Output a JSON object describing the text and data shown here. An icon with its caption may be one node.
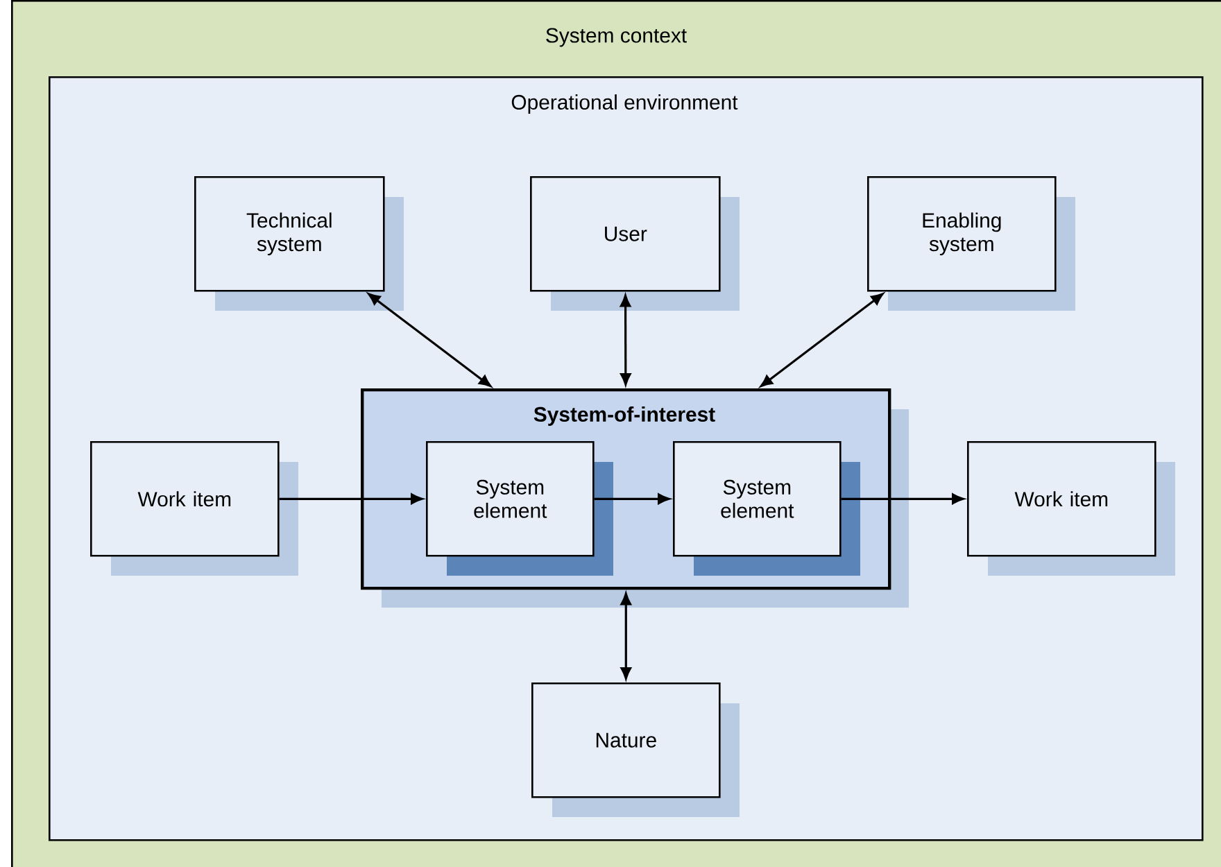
{
  "diagram": {
    "nodes": [
      {
        "text": [
          "System context"
        ]
      },
      {
        "text": [
          "Operational environment"
        ],
        "in": 0
      },
      {
        "text": [
          "Technical system"
        ],
        "in": 1
      },
      {
        "text": [
          "User"
        ],
        "in": 1
      },
      {
        "text": [
          "Enabling system"
        ],
        "in": 1
      },
      {
        "text": [
          "Work item"
        ],
        "in": 1
      },
      {
        "text": [
          "System-of-interest"
        ],
        "in": 1
      },
      {
        "text": [
          "System element"
        ],
        "in": 6
      },
      {
        "text": [
          "System element"
        ],
        "in": 6
      },
      {
        "text": [
          "Work item"
        ],
        "in": 1
      },
      {
        "text": [
          "Nature"
        ],
        "in": 1
      }
    ],
    "edges": [
      {
        "from": 2,
        "to": 6,
        "arrow": "both"
      },
      {
        "from": 3,
        "to": 6,
        "arrow": "both"
      },
      {
        "from": 4,
        "to": 6,
        "arrow": "both"
      },
      {
        "from": 5,
        "to": 7,
        "arrow": "to"
      },
      {
        "from": 7,
        "to": 8,
        "arrow": "to"
      },
      {
        "from": 8,
        "to": 9,
        "arrow": "to"
      },
      {
        "from": 6,
        "to": 10,
        "arrow": "both"
      }
    ]
  }
}
